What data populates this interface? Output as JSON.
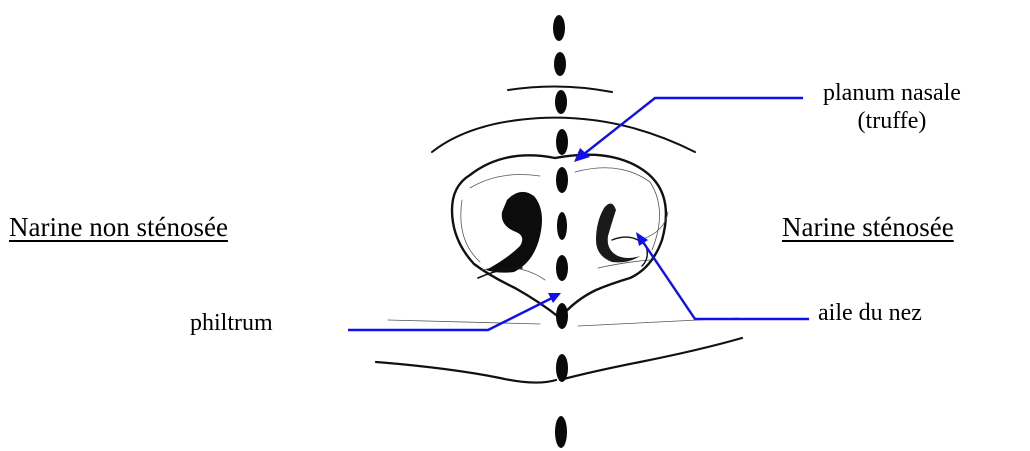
{
  "labels": {
    "left_heading": "Narine non sténosée",
    "right_heading": "Narine sténosée",
    "planum_line1": "planum nasale",
    "planum_line2": "(truffe)",
    "philtrum": "philtrum",
    "aile": "aile du nez"
  },
  "colors": {
    "leader_lines": "#1010ee",
    "drawing": "#111111"
  }
}
